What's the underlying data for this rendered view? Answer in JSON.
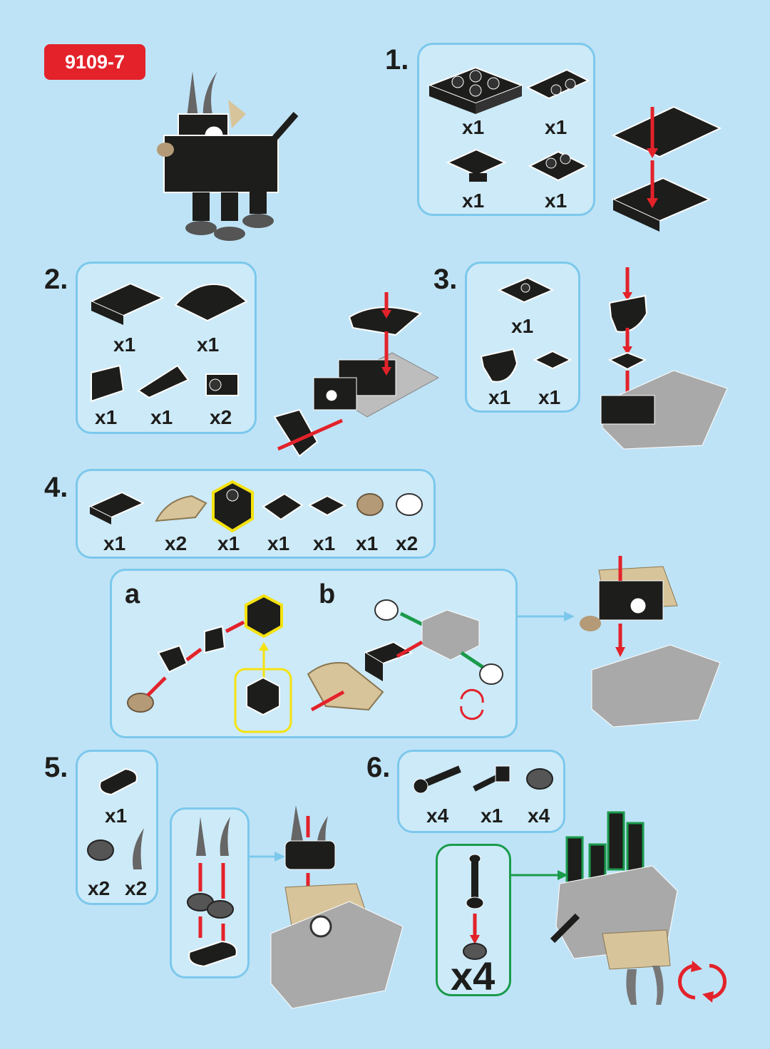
{
  "set_code": "9109-7",
  "steps": {
    "s1": {
      "number": "1.",
      "parts": [
        "x1",
        "x1",
        "x1",
        "x1"
      ]
    },
    "s2": {
      "number": "2.",
      "parts": [
        "x1",
        "x1",
        "x1",
        "x1",
        "x2"
      ]
    },
    "s3": {
      "number": "3.",
      "parts": [
        "x1",
        "x1",
        "x1"
      ]
    },
    "s4": {
      "number": "4.",
      "parts": [
        "x1",
        "x2",
        "x1",
        "x1",
        "x1",
        "x1",
        "x2"
      ],
      "sub_a": "a",
      "sub_b": "b"
    },
    "s5": {
      "number": "5.",
      "parts": [
        "x1",
        "x2",
        "x2"
      ]
    },
    "s6": {
      "number": "6.",
      "parts": [
        "x4",
        "x1",
        "x4"
      ],
      "repeat": "x4"
    }
  },
  "colors": {
    "background": "#bfe3f6",
    "badge": "#e3222a",
    "callout_border": "#7cc8ec",
    "repeat_border": "#1a9b4b",
    "arrow": "#e3222a",
    "highlight": "#f5e20f"
  },
  "icons": [
    "brick-icon",
    "plate-icon",
    "slope-icon",
    "tile-icon",
    "round-plate-icon",
    "horn-icon",
    "red-arrow-icon",
    "green-arrow-icon",
    "rotate-icon"
  ]
}
